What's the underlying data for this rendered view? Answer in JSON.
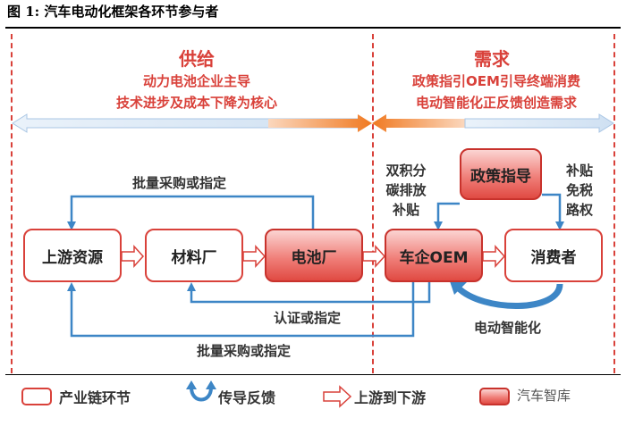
{
  "figure_title": "图 1:  汽车电动化框架各环节参与者",
  "supply": {
    "title": "供给",
    "lines": [
      "动力电池企业主导",
      "技术进步及成本下降为核心"
    ]
  },
  "demand": {
    "title": "需求",
    "lines": [
      "政策指引OEM引导终端消费",
      "电动智能化正反馈创造需求"
    ]
  },
  "nodes": {
    "upstream": "上游资源",
    "materials": "材料厂",
    "battery": "电池厂",
    "oem": "车企OEM",
    "consumer": "消费者",
    "policy": "政策指导"
  },
  "labels": {
    "bulk_purchase_top": "批量采购或指定",
    "certification": "认证或指定",
    "bulk_purchase_bottom": "批量采购或指定",
    "policy_left": [
      "双积分",
      "碳排放",
      "补贴"
    ],
    "policy_right": [
      "补贴",
      "免税",
      "路权"
    ],
    "feedback": "电动智能化"
  },
  "legend": {
    "chain": "产业链环节",
    "feedback": "传导反馈",
    "flow": "上游到下游",
    "watermark": "汽车智库"
  },
  "colors": {
    "accent_red": "#d9413a",
    "flow_blue": "#3d86c6",
    "band_blue": "#dbe9f7",
    "band_orange": "#f07a22"
  }
}
